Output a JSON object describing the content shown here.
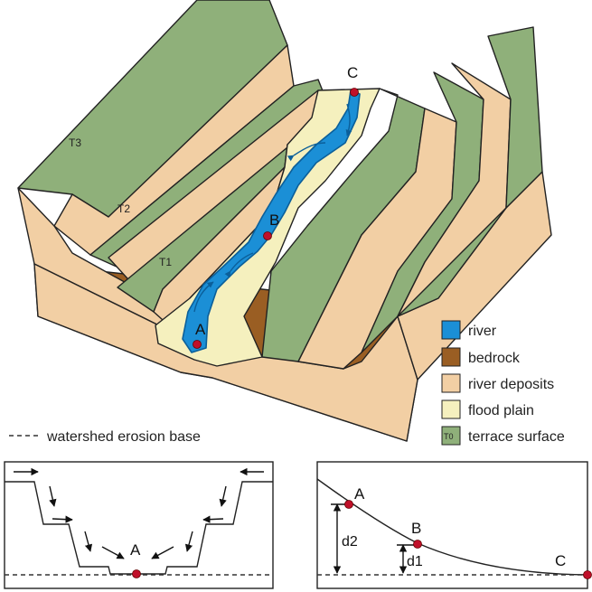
{
  "colors": {
    "river": "#1b8fd6",
    "river_dark": "#0b5f9a",
    "bedrock": "#9a5e23",
    "river_deposits": "#f2cfa4",
    "flood_plain": "#f5f0be",
    "terrace_surface": "#8fb07a",
    "outline": "#222222",
    "point": "#c0102a"
  },
  "block": {
    "terrace_labels": [
      "T3",
      "T2",
      "T1"
    ],
    "points": [
      "A",
      "B",
      "C"
    ]
  },
  "legend": {
    "items": [
      {
        "label": "river",
        "icon": ""
      },
      {
        "label": "bedrock",
        "icon": ""
      },
      {
        "label": "river deposits",
        "icon": ""
      },
      {
        "label": "flood plain",
        "icon": ""
      },
      {
        "label": "terrace surface",
        "icon": "T0"
      }
    ],
    "erosion_base_label": "watershed erosion base"
  },
  "cross_section": {
    "point_label": "A"
  },
  "profile": {
    "points": [
      "A",
      "B",
      "C"
    ],
    "distances": [
      "d2",
      "d1"
    ]
  }
}
